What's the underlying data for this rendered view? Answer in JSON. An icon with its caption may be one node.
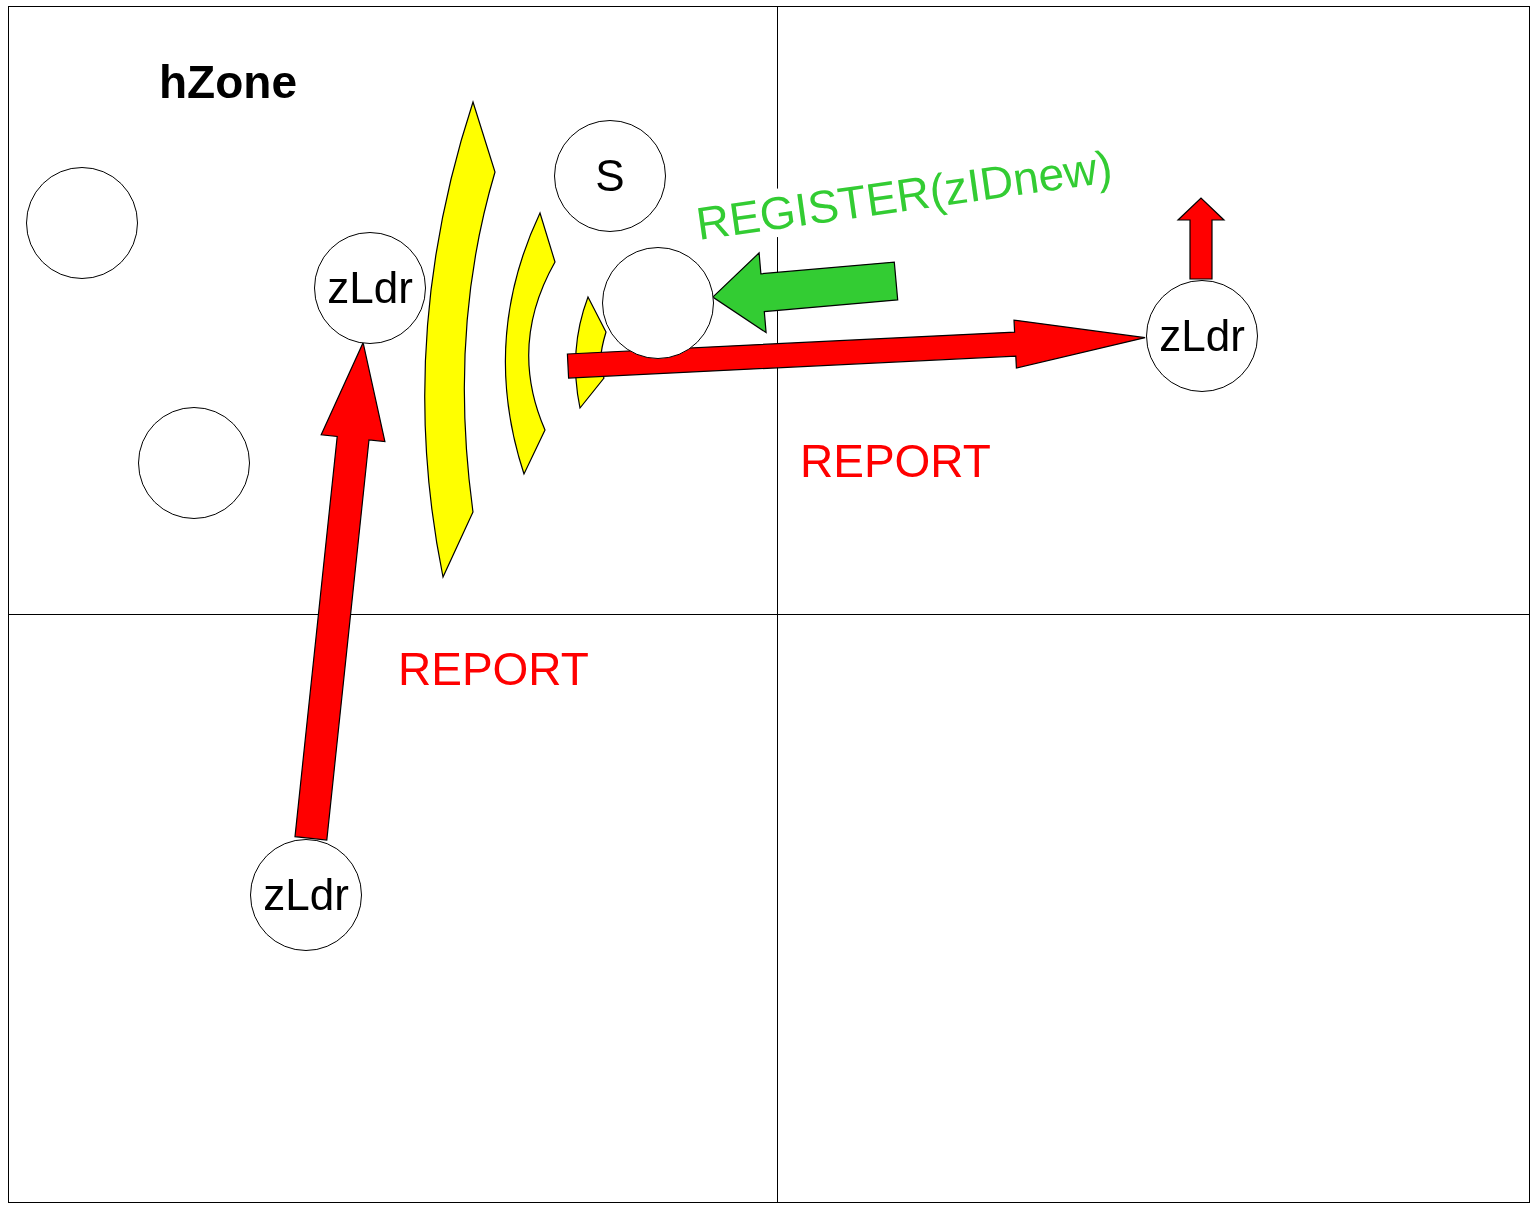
{
  "diagram": {
    "nodes": [
      {
        "text": [
          "hZone"
        ]
      },
      {
        "text": [],
        "shape": "box"
      },
      {
        "text": [],
        "shape": "box"
      },
      {
        "text": [],
        "shape": "box"
      },
      {
        "text": [],
        "shape": "circle",
        "in": 0
      },
      {
        "text": [
          "zLdr"
        ],
        "in": 0
      },
      {
        "text": [
          "S"
        ],
        "in": 0
      },
      {
        "text": [],
        "shape": "circle",
        "in": 0
      },
      {
        "text": [],
        "shape": "circle",
        "in": 0
      },
      {
        "text": [
          "zLdr"
        ],
        "in": 1
      },
      {
        "text": [
          "zLdr"
        ],
        "in": 2
      }
    ],
    "edges": [
      {
        "from": 10,
        "to": 5,
        "arrow": "to",
        "label": "REPORT"
      },
      {
        "from": null,
        "to": 9,
        "arrow": "to",
        "label": "REPORT"
      },
      {
        "from": null,
        "to": 8,
        "arrow": "to",
        "label": "REGISTER(zIDnew)",
        "color": "#33cc33"
      },
      {
        "from": 9,
        "to": null,
        "arrow": "to"
      }
    ]
  }
}
